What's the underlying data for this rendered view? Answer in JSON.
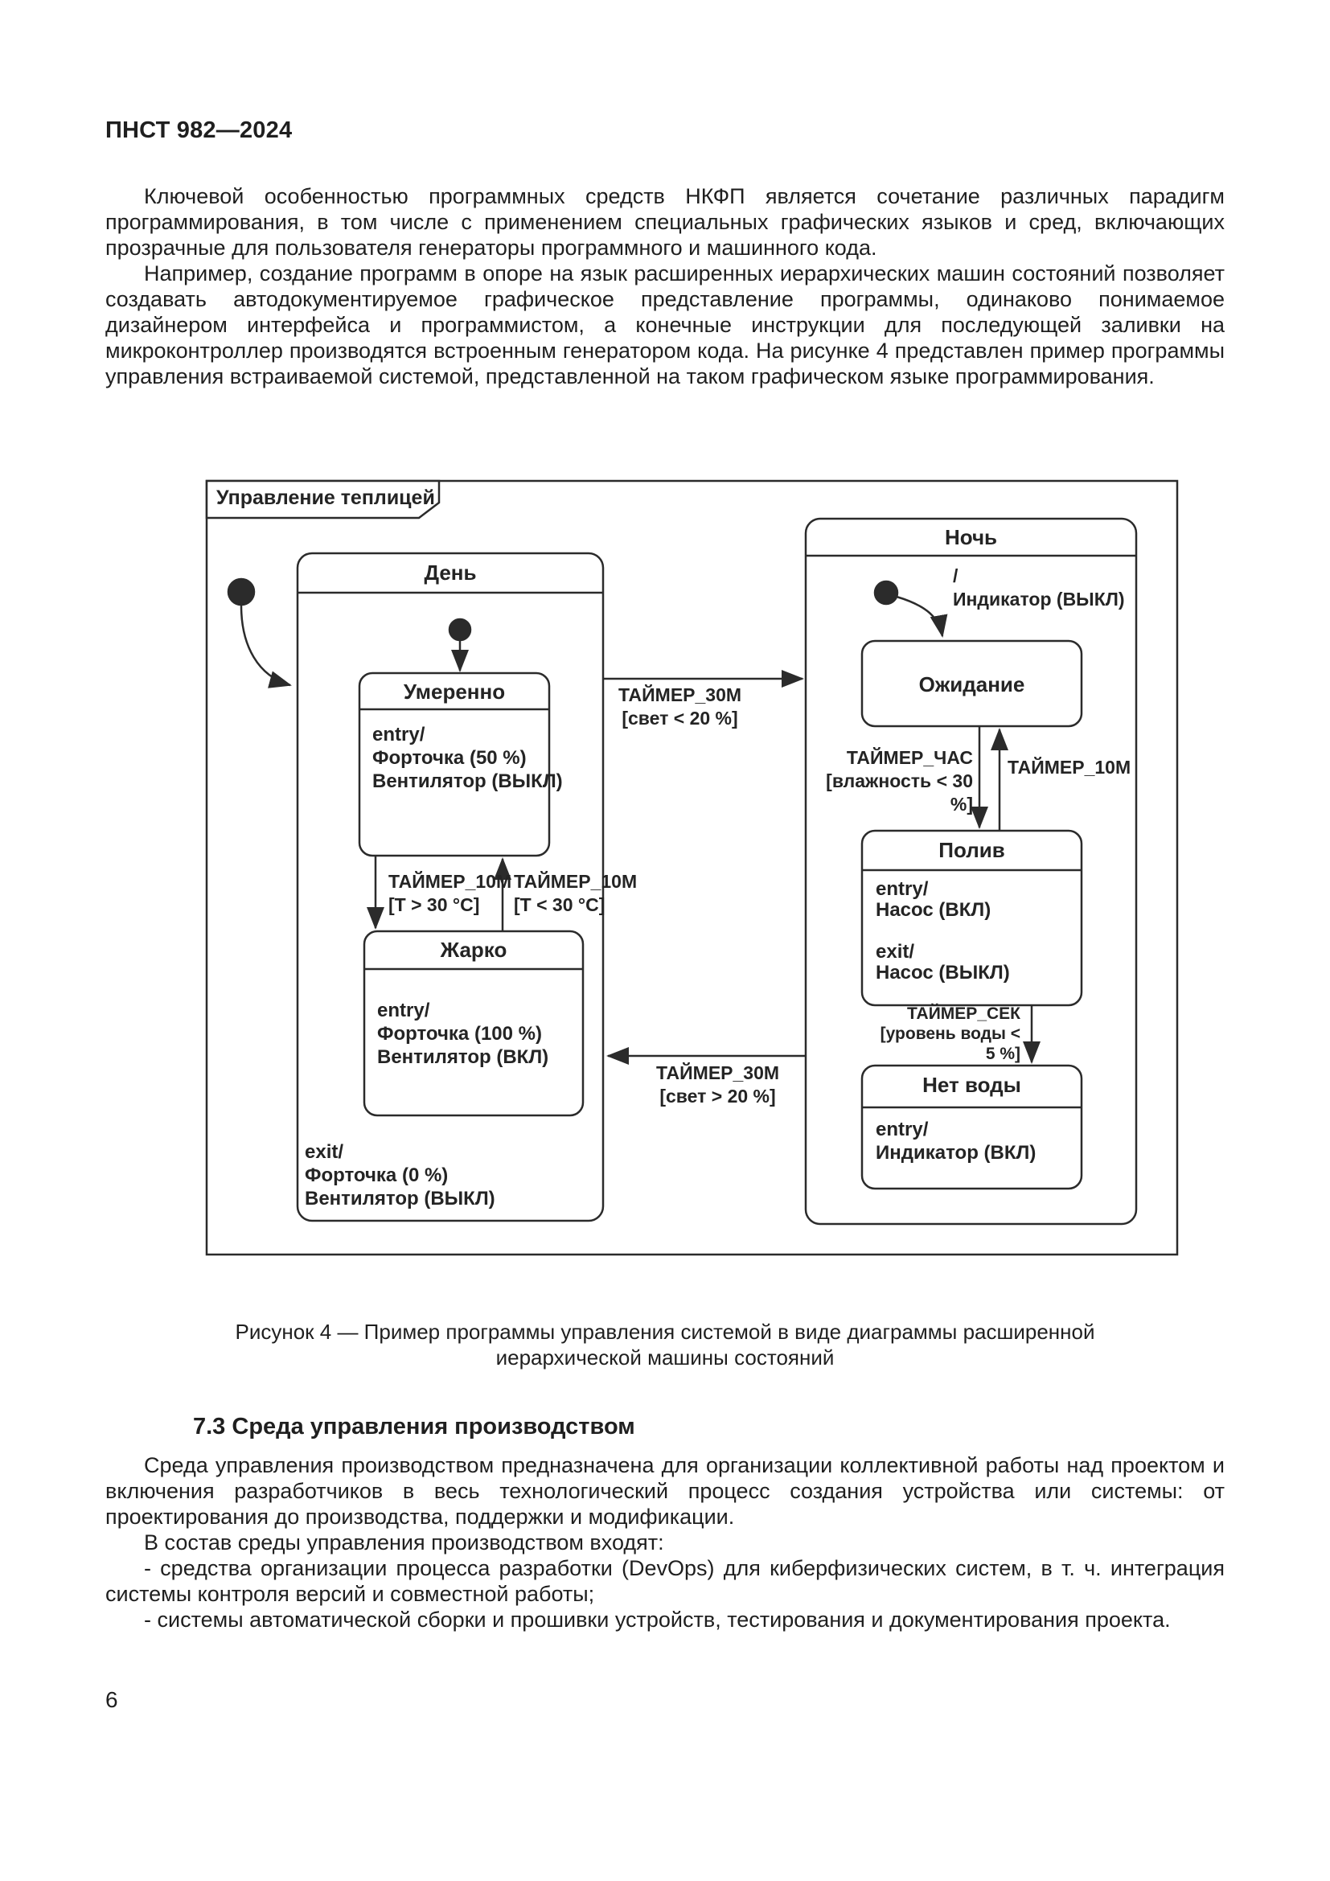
{
  "page": {
    "header": "ПНСТ 982—2024",
    "page_number": "6",
    "intro": {
      "p1": "Ключевой особенностью программных средств НКФП является сочетание различных парадигм программирования, в том числе с применением специальных графических языков и сред, включающих прозрачные для пользователя генераторы программного и машинного кода.",
      "p2": "Например, создание программ в опоре на язык расширенных иерархических машин состояний позволяет создавать автодокументируемое графическое представление программы, одинаково понимаемое дизайнером интерфейса и программистом, а конечные инструкции для последующей заливки на микроконтроллер производятся встроенным генератором кода. На рисунке 4 представлен пример программы управления встраиваемой системой, представленной на таком графическом языке программирования."
    },
    "figure": {
      "caption_line1": "Рисунок 4 — Пример программы управления системой в виде диаграммы расширенной",
      "caption_line2": "иерархической  машины  состояний"
    },
    "section": {
      "heading": "7.3  Среда управления производством",
      "p1": "Среда управления производством предназначена для организации коллективной работы над проектом и включения разработчиков в весь технологический процесс создания устройства или системы: от проектирования до производства, поддержки и модификации.",
      "p2": "В состав среды управления производством входят:",
      "li1": "- средства организации процесса разработки (DevOps) для киберфизических систем, в т. ч. интеграция системы контроля версий и совместной работы;",
      "li2": "- системы автоматической сборки и прошивки устройств, тестирования и документирования проекта."
    }
  },
  "diagram": {
    "title": "Управление теплицей",
    "states": {
      "day": {
        "title": "День",
        "exit_actions": "exit/\nФорточка (0 %)\nВентилятор (ВЫКЛ)"
      },
      "moderate": {
        "title": "Умеренно",
        "body": "entry/\nФорточка (50 %)\nВентилятор (ВЫКЛ)"
      },
      "hot": {
        "title": "Жарко",
        "body": "entry/\nФорточка (100 %)\nВентилятор (ВКЛ)"
      },
      "night": {
        "title": "Ночь"
      },
      "waiting": {
        "title": "Ожидание"
      },
      "watering": {
        "title": "Полив",
        "body": "entry/\nНасос (ВКЛ)\n\nexit/\nНасос (ВЫКЛ)"
      },
      "no_water": {
        "title": "Нет воды",
        "body": "entry/\nИндикатор (ВКЛ)"
      }
    },
    "transitions": {
      "night_init": "/\nИндикатор (ВЫКЛ)",
      "day_to_night": "ТАЙМЕР_30М\n[свет < 20 %]",
      "night_to_day": "ТАЙМЕР_30М\n[свет > 20 %]",
      "moderate_to_hot": "ТАЙМЕР_10М\n[Т > 30 °С]",
      "hot_to_moderate": "ТАЙМЕР_10М\n[Т < 30 °С]",
      "waiting_to_watering": "ТАЙМЕР_ЧАС\n[влажность < 30 %]",
      "watering_to_waiting": "ТАЙМЕР_10М",
      "watering_to_no_water": "ТАЙМЕР_СЕК\n[уровень воды < 5 %]"
    },
    "colors": {
      "ink": "#2b2b2b"
    }
  }
}
